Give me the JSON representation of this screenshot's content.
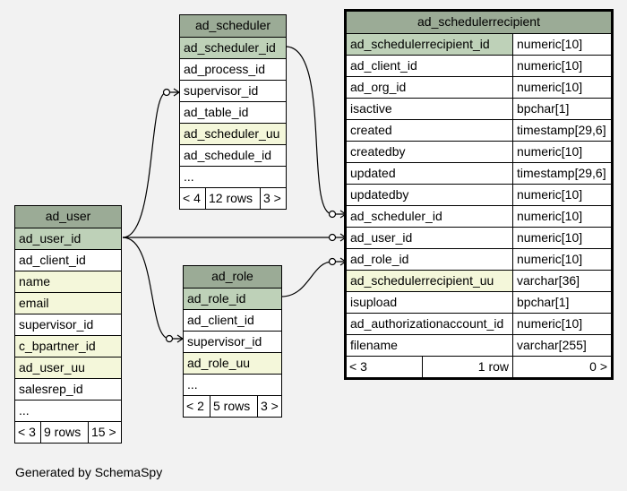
{
  "tables": {
    "ad_scheduler": {
      "name": "ad_scheduler",
      "columns": [
        {
          "name": "ad_scheduler_id",
          "kind": "pk"
        },
        {
          "name": "ad_process_id",
          "kind": ""
        },
        {
          "name": "supervisor_id",
          "kind": ""
        },
        {
          "name": "ad_table_id",
          "kind": ""
        },
        {
          "name": "ad_scheduler_uu",
          "kind": "idx"
        },
        {
          "name": "ad_schedule_id",
          "kind": ""
        },
        {
          "name": "...",
          "kind": ""
        }
      ],
      "footer": {
        "parents": "< 4",
        "rows": "12 rows",
        "children": "3 >"
      }
    },
    "ad_schedulerrecipient": {
      "name": "ad_schedulerrecipient",
      "columns": [
        {
          "name": "ad_schedulerrecipient_id",
          "type": "numeric[10]",
          "kind": "pk"
        },
        {
          "name": "ad_client_id",
          "type": "numeric[10]",
          "kind": ""
        },
        {
          "name": "ad_org_id",
          "type": "numeric[10]",
          "kind": ""
        },
        {
          "name": "isactive",
          "type": "bpchar[1]",
          "kind": ""
        },
        {
          "name": "created",
          "type": "timestamp[29,6]",
          "kind": ""
        },
        {
          "name": "createdby",
          "type": "numeric[10]",
          "kind": ""
        },
        {
          "name": "updated",
          "type": "timestamp[29,6]",
          "kind": ""
        },
        {
          "name": "updatedby",
          "type": "numeric[10]",
          "kind": ""
        },
        {
          "name": "ad_scheduler_id",
          "type": "numeric[10]",
          "kind": ""
        },
        {
          "name": "ad_user_id",
          "type": "numeric[10]",
          "kind": ""
        },
        {
          "name": "ad_role_id",
          "type": "numeric[10]",
          "kind": ""
        },
        {
          "name": "ad_schedulerrecipient_uu",
          "type": "varchar[36]",
          "kind": "idx"
        },
        {
          "name": "isupload",
          "type": "bpchar[1]",
          "kind": ""
        },
        {
          "name": "ad_authorizationaccount_id",
          "type": "numeric[10]",
          "kind": ""
        },
        {
          "name": "filename",
          "type": "varchar[255]",
          "kind": ""
        }
      ],
      "footer": {
        "parents": "< 3",
        "rows": "1 row",
        "children": "0 >"
      }
    },
    "ad_user": {
      "name": "ad_user",
      "columns": [
        {
          "name": "ad_user_id",
          "kind": "pk"
        },
        {
          "name": "ad_client_id",
          "kind": ""
        },
        {
          "name": "name",
          "kind": "idx"
        },
        {
          "name": "email",
          "kind": "idx"
        },
        {
          "name": "supervisor_id",
          "kind": ""
        },
        {
          "name": "c_bpartner_id",
          "kind": "idx"
        },
        {
          "name": "ad_user_uu",
          "kind": "idx"
        },
        {
          "name": "salesrep_id",
          "kind": ""
        },
        {
          "name": "...",
          "kind": ""
        }
      ],
      "footer": {
        "parents": "< 3",
        "rows": "9 rows",
        "children": "15 >"
      }
    },
    "ad_role": {
      "name": "ad_role",
      "columns": [
        {
          "name": "ad_role_id",
          "kind": "pk"
        },
        {
          "name": "ad_client_id",
          "kind": ""
        },
        {
          "name": "supervisor_id",
          "kind": ""
        },
        {
          "name": "ad_role_uu",
          "kind": "idx"
        },
        {
          "name": "...",
          "kind": ""
        }
      ],
      "footer": {
        "parents": "< 2",
        "rows": "5 rows",
        "children": "3 >"
      }
    }
  },
  "relationships": [
    {
      "from": "ad_schedulerrecipient.ad_scheduler_id",
      "to": "ad_scheduler.ad_scheduler_id"
    },
    {
      "from": "ad_schedulerrecipient.ad_user_id",
      "to": "ad_user.ad_user_id"
    },
    {
      "from": "ad_schedulerrecipient.ad_role_id",
      "to": "ad_role.ad_role_id"
    },
    {
      "from": "ad_scheduler.supervisor_id",
      "to": "ad_user.ad_user_id"
    },
    {
      "from": "ad_role.supervisor_id",
      "to": "ad_user.ad_user_id"
    }
  ],
  "colors": {
    "header": "#9bab96",
    "primary_key": "#bed1b8",
    "indexed": "#f4f7da",
    "background": "#f2f2f2"
  },
  "footer_text": "Generated by SchemaSpy"
}
